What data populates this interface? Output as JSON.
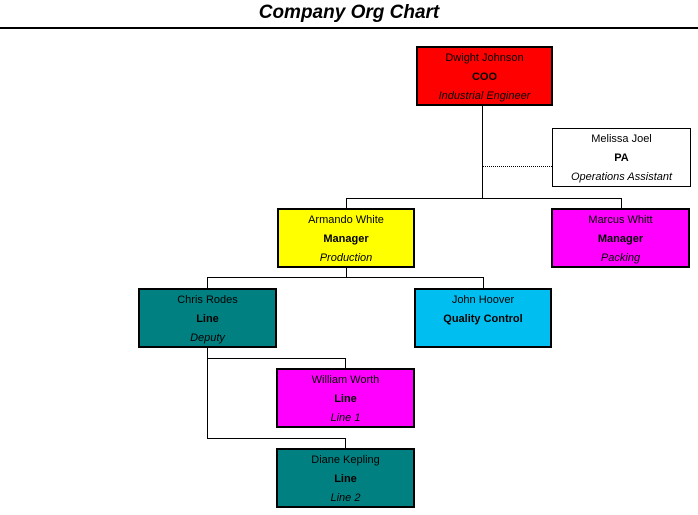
{
  "title": "Company Org Chart",
  "nodes": [
    {
      "name": "Dwight Johnson",
      "role": "COO",
      "detail": "Industrial Engineer",
      "color": "#FF0000"
    },
    {
      "name": "Melissa Joel",
      "role": "PA",
      "detail": "Operations Assistant",
      "color": "#FFFFFF"
    },
    {
      "name": "Armando White",
      "role": "Manager",
      "detail": "Production",
      "color": "#FFFF00"
    },
    {
      "name": "Marcus Whitt",
      "role": "Manager",
      "detail": "Packing",
      "color": "#FF00FF"
    },
    {
      "name": "Chris Rodes",
      "role": "Line",
      "detail": "Deputy",
      "color": "#008080"
    },
    {
      "name": "John Hoover",
      "role": "Quality Control",
      "detail": "",
      "color": "#00BFF0"
    },
    {
      "name": "William Worth",
      "role": "Line",
      "detail": "Line 1",
      "color": "#FF00FF"
    },
    {
      "name": "Diane Kepling",
      "role": "Line",
      "detail": "Line 2",
      "color": "#008080"
    }
  ],
  "connector_color": "#000000"
}
